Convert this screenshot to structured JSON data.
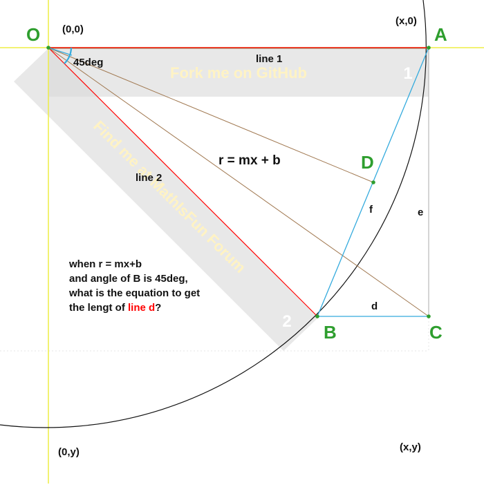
{
  "points": {
    "O": "O",
    "A": "A",
    "B": "B",
    "C": "C",
    "D": "D"
  },
  "coords": {
    "origin": "(0,0)",
    "x_zero": "(x,0)",
    "zero_y": "(0,y)",
    "x_y": "(x,y)"
  },
  "labels": {
    "angle": "45deg",
    "line1": "line 1",
    "line2": "line 2",
    "equation": "r = mx + b",
    "d": "d",
    "e": "e",
    "f": "f"
  },
  "ribbons": {
    "top_text": "Fork me on GitHub",
    "top_number": "1",
    "diag_text": "Find me at MathIsFun Forum",
    "diag_number": "2"
  },
  "question": {
    "line1": "when r = mx+b",
    "line2": "and angle of B is 45deg,",
    "line3": "what is the equation to get",
    "line4_prefix": "the lengt of ",
    "line4_highlight": "line d",
    "line4_suffix": "?"
  },
  "colors": {
    "point_label": "#2e9e2e",
    "line_red": "#ff0000",
    "line_cyan": "#33aadd",
    "line_brown": "#a07850",
    "axis_yellow": "#eeee44",
    "ribbon": "#d8d8d8",
    "highlight": "#ff0000"
  }
}
